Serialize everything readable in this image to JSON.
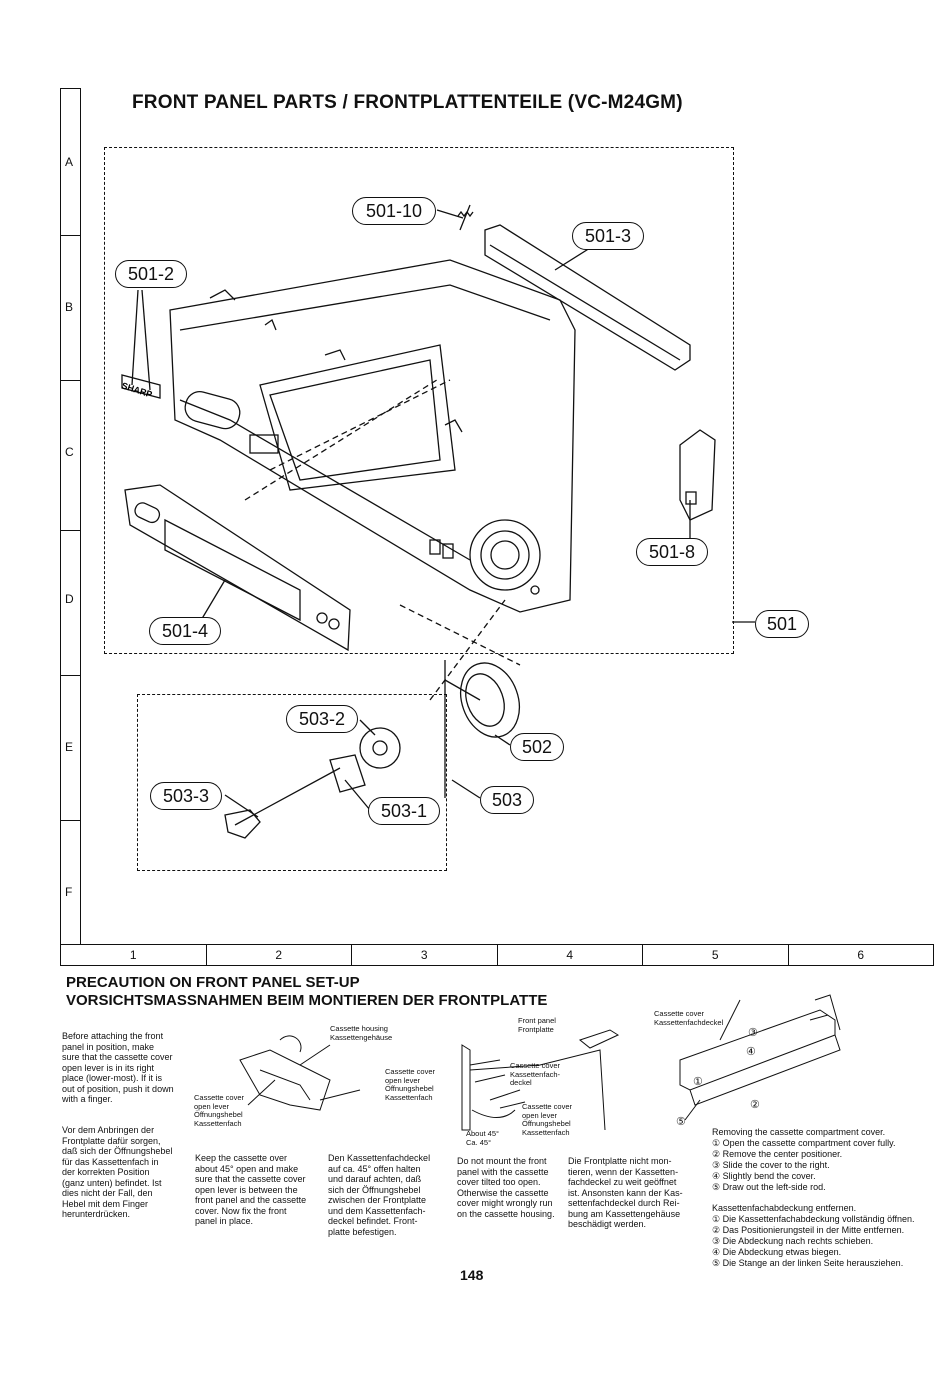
{
  "title": "FRONT PANEL PARTS / FRONTPLATTENTEILE (VC-M24GM)",
  "grid": {
    "rows": [
      "A",
      "B",
      "C",
      "D",
      "E",
      "F"
    ],
    "columns": [
      "1",
      "2",
      "3",
      "4",
      "5",
      "6"
    ]
  },
  "callouts": {
    "p501_10": "501-10",
    "p501_3": "501-3",
    "p501_2": "501-2",
    "p501_8": "501-8",
    "p501_4": "501-4",
    "p501": "501",
    "p503_2": "503-2",
    "p502": "502",
    "p503_3": "503-3",
    "p503": "503",
    "p503_1": "503-1"
  },
  "brand_on_part": "SHARP",
  "precaution": {
    "heading_en": "PRECAUTION ON FRONT PANEL SET-UP",
    "heading_de": "VORSICHTSMASSNAHMEN BEIM MONTIEREN DER FRONTPLATTE",
    "text_en_1": "Before attaching the front\npanel in position, make\nsure that the cassette cover\nopen lever is in its right\nplace (lower-most). If it is\nout of position, push it down\nwith a finger.",
    "text_de_1": "Vor dem Anbringen der\nFrontplatte dafür sorgen,\ndaß sich der Öffnungshebel\nfür das Kassettenfach in\nder korrekten Position\n(ganz unten) befindet. Ist\ndies nicht der Fall, den\nHebel mit dem Finger\nherunterdrücken.",
    "text_en_2": "Keep the cassette over\nabout 45° open and make\nsure that the cassette cover\nopen lever is between the\nfront panel and the cassette\ncover. Now fix the front\npanel in place.",
    "text_de_2": "Den Kassettenfachdeckel\nauf ca. 45° offen halten\nund darauf achten, daß\nsich der Öffnungshebel\nzwischen der Frontplatte\nund dem Kassettenfach-\ndeckel befindet. Front-\nplatte befestigen.",
    "text_en_3": "Do not mount the front\npanel with the cassette\ncover tilted too open.\nOtherwise the cassette\ncover might wrongly run\non the cassette housing.",
    "text_de_3": "Die Frontplatte nicht mon-\ntieren, wenn der Kassetten-\nfachdeckel zu weit geöffnet\nist. Ansonsten kann der Kas-\nsettenfachdeckel durch Rei-\nbung am Kassettengehäuse\nbeschädigt werden.",
    "removing_title_en": "Removing the cassette compartment cover.",
    "removing_steps_en": [
      "① Open the cassette compartment cover fully.",
      "② Remove the center positioner.",
      "③ Slide the cover to the right.",
      "④ Slightly bend the cover.",
      "⑤ Draw out the left-side rod."
    ],
    "removing_title_de": "Kassettenfachabdeckung entfernen.",
    "removing_steps_de": [
      "① Die Kassettenfachabdeckung vollständig öffnen.",
      "② Das Positionierungsteil in der Mitte entfernen.",
      "③ Die Abdeckung nach rechts schieben.",
      "④ Die Abdeckung etwas biegen.",
      "⑤ Die Stange an der linken Seite herausziehen."
    ],
    "labels": {
      "cassette_cover_open_lever": "Cassette cover\nopen lever\nÖffnungshebel\nKassettenfach",
      "cassette_housing": "Cassette housing\nKassettengehäuse",
      "cassette_cover_open_lever_2": "Cassette cover\nopen lever\nÖffnungshebel\nKassettenfach",
      "front_panel": "Front panel\nFrontplatte",
      "cassette_cover": "Cassette cover\nKassettenfach-\ndeckel",
      "cassette_cover_open_lever_3": "Cassette cover\nopen lever\nÖffnungshebel\nKassettenfach",
      "about_45": "About 45°\nCa. 45°",
      "cassette_cover_2": "Cassette cover\nKassettenfachdeckel",
      "step_marks": [
        "①",
        "②",
        "③",
        "④",
        "⑤"
      ]
    }
  },
  "page_number": "148"
}
